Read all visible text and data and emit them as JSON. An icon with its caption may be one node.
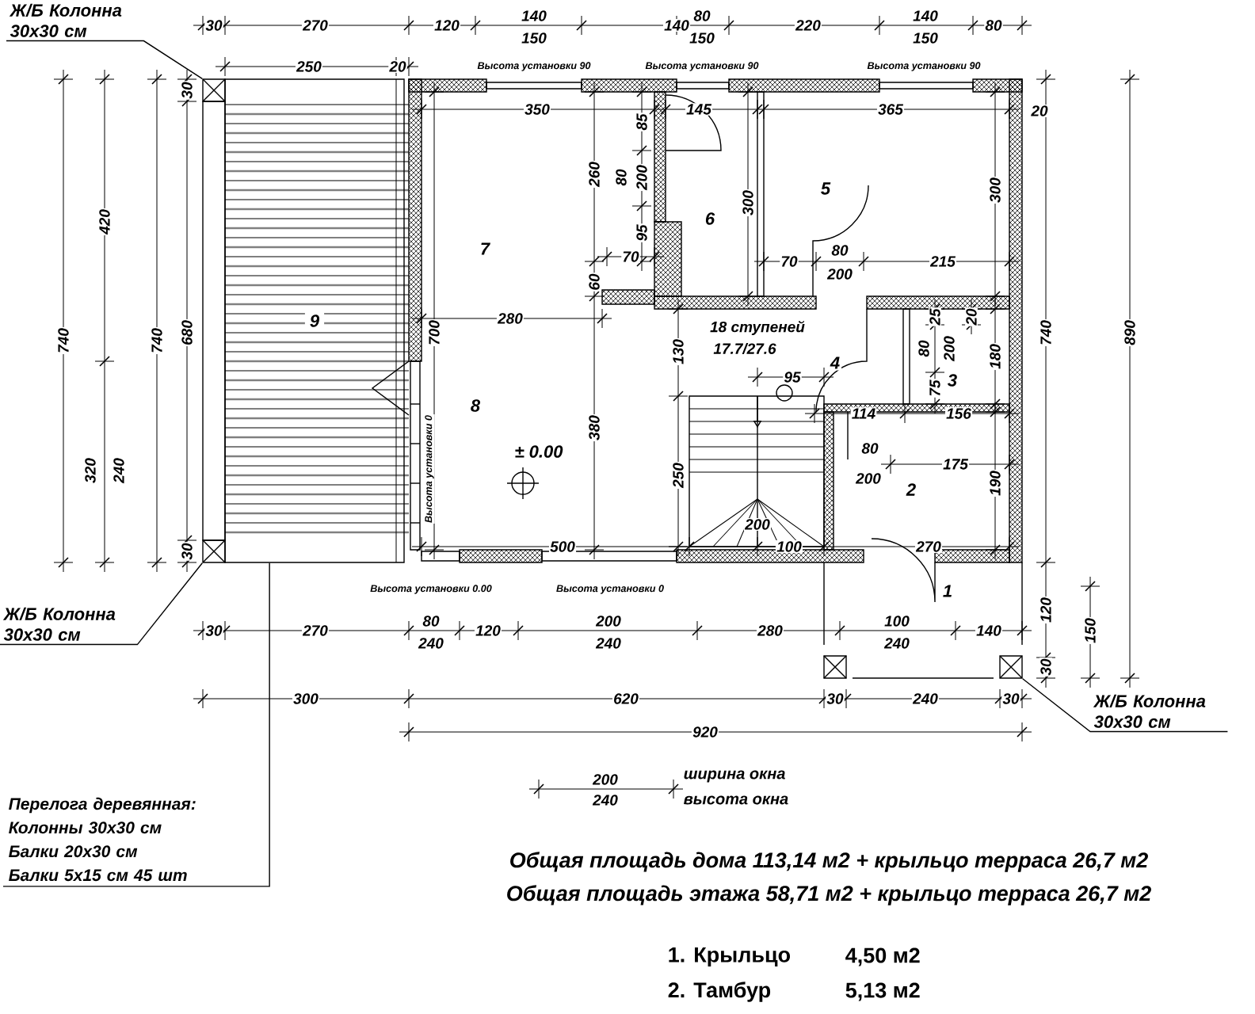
{
  "diagram": {
    "nodes": [
      {
        "text": [
          "Ж/Б Колонна 30x30 см"
        ]
      },
      {
        "text": [],
        "shape": "box"
      },
      {
        "text": [
          "Ж/Б Колонна 30x30 см"
        ]
      },
      {
        "text": [],
        "shape": "box"
      },
      {
        "text": [
          "Ж/Б Колонна 30x30 см"
        ]
      },
      {
        "text": [],
        "shape": "box"
      },
      {
        "text": [
          "Перелога деревянная:",
          "Колонны 30x30 см",
          "Балки 20x30 см",
          "Балки 5x15 см 45 шт"
        ]
      },
      {
        "text": [
          "9"
        ]
      }
    ],
    "edges": [
      {
        "from": 0,
        "to": 1,
        "arrow": "none"
      },
      {
        "from": 2,
        "to": 3,
        "arrow": "none"
      },
      {
        "from": 4,
        "to": 5,
        "arrow": "none"
      },
      {
        "from": 6,
        "to": 7,
        "arrow": "none"
      }
    ],
    "labels": [
      "30",
      "270",
      "120",
      "140",
      "150",
      "140",
      "80",
      "150",
      "220",
      "140",
      "150",
      "80",
      "250",
      "20",
      "Высота установки 90",
      "Высота установки 90",
      "Высота установки 90",
      "350",
      "145",
      "365",
      "20",
      "30",
      "420",
      "740",
      "740",
      "680",
      "85",
      "260",
      "80",
      "200",
      "6",
      "300",
      "5",
      "300",
      "95",
      "7",
      "70",
      "70",
      "80",
      "200",
      "215",
      "60",
      "25",
      "20",
      "280",
      "700",
      "18 ступеней",
      "740",
      "890",
      "130",
      "17.7/27.6",
      "80",
      "200",
      "180",
      "95",
      "4",
      "3",
      "75",
      "8",
      "114",
      "156",
      "380",
      "± 0.00",
      "80",
      "175",
      "320",
      "240",
      "250",
      "200",
      "Высота установки 0",
      "2",
      "190",
      "200",
      "500",
      "100",
      "270",
      "30",
      "Высота установки 0.00",
      "Высота установки 0",
      "1",
      "120",
      "150",
      "30",
      "270",
      "80",
      "240",
      "120",
      "200",
      "240",
      "280",
      "100",
      "240",
      "140",
      "30",
      "300",
      "620",
      "30",
      "240",
      "30",
      "920",
      "200",
      "240",
      "ширина окна",
      "высота окна",
      "Общая площадь дома 113,14 м2 + крыльцо терраса 26,7 м2",
      "Общая площадь этажа 58,71 м2 + крыльцо терраса 26,7 м2",
      "1. Крыльцо",
      "4,50 м2",
      "2. Тамбур",
      "5,13 м2"
    ]
  }
}
